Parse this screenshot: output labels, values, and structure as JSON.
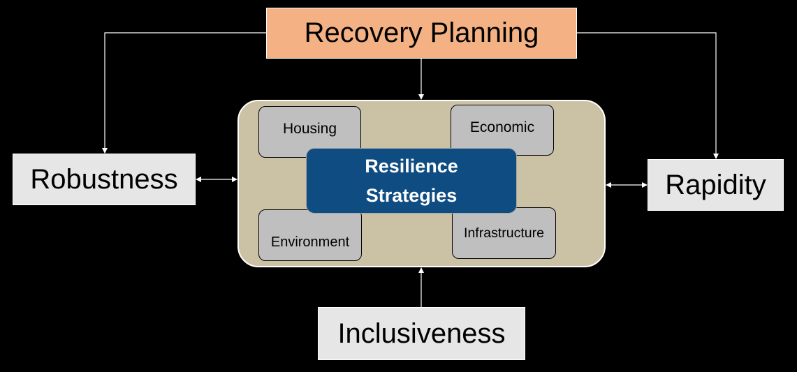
{
  "diagram": {
    "top_node": "Recovery Planning",
    "left_node": "Robustness",
    "right_node": "Rapidity",
    "bottom_node": "Inclusiveness",
    "core": {
      "line1": "Resilience",
      "line2": "Strategies"
    },
    "sectors": {
      "housing": "Housing",
      "economic": "Economic",
      "environment": "Environment",
      "infrastructure": "Infrastructure"
    },
    "colors": {
      "background": "#000000",
      "top_node_fill": "#f4b183",
      "outer_node_fill": "#e6e6e6",
      "panel_fill": "#cbc2a6",
      "sector_fill": "#bfbfbf",
      "core_fill": "#0f4c81",
      "connector": "#ffffff"
    }
  }
}
